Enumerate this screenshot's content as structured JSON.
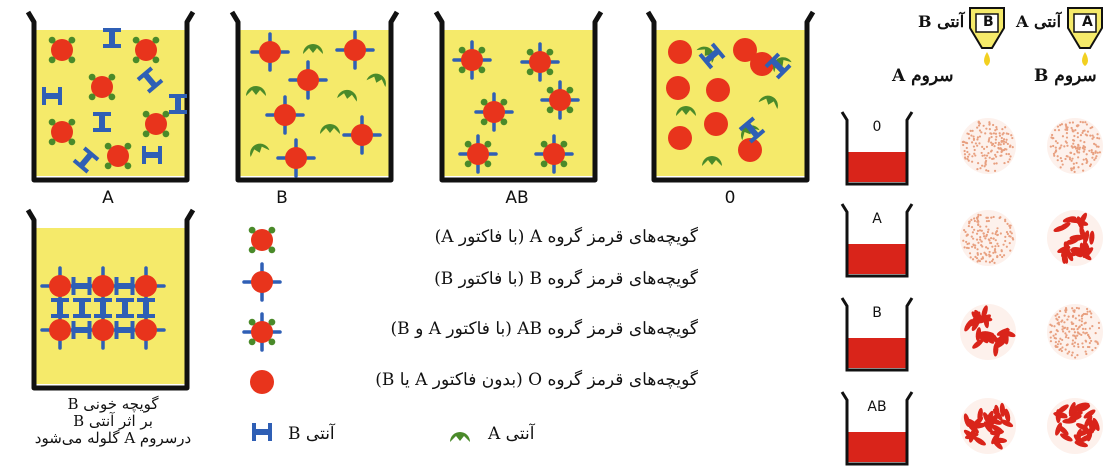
{
  "beakers": [
    {
      "label": "A"
    },
    {
      "label": "B"
    },
    {
      "label": "AB"
    },
    {
      "label": "0"
    }
  ],
  "legend": [
    {
      "text": "گویچه‌های قرمز گروه A (با فاکتور A)"
    },
    {
      "text": "گویچه‌های قرمز گروه B (با فاکتور B)"
    },
    {
      "text": "گویچه‌های قرمز گروه AB (با فاکتور A و B)"
    },
    {
      "text": "گویچه‌های قرمز گروه O (بدون فاکتور A یا B)"
    }
  ],
  "antibodies": {
    "anti_b": "آنتی B",
    "anti_a": "آنتی A"
  },
  "caption": {
    "line1": "گویچه خونی B",
    "line2": "بر اثر آنتی B",
    "line3": "درسروم A گلوله می‌شود"
  },
  "test": {
    "dropper_left_letter": "B",
    "dropper_right_letter": "A",
    "anti_label_left": "آنتی B",
    "anti_label_right": "آنتی A",
    "serum_left": "سروم A",
    "serum_right": "سروم B",
    "tubes": [
      {
        "label": "0",
        "left_result": "no clumping",
        "right_result": "no clumping"
      },
      {
        "label": "A",
        "left_result": "no clumping",
        "right_result": "clumping"
      },
      {
        "label": "B",
        "left_result": "clumping",
        "right_result": "no clumping"
      },
      {
        "label": "AB",
        "left_result": "clumping",
        "right_result": "clumping"
      }
    ]
  },
  "colors": {
    "serum": "#f5ea6a",
    "cell": "#e8341c",
    "antigen_a": "#4a8a2a",
    "antigen_b": "#2f5fb5",
    "blood": "#d9241a",
    "dot": "#e8a080"
  }
}
